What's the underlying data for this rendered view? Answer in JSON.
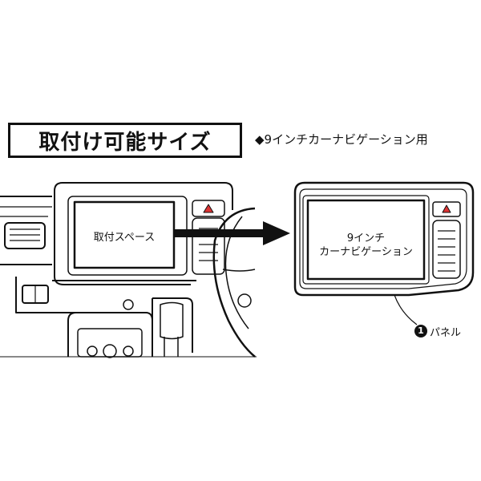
{
  "title": "取付け可能サイズ",
  "subtitle": "◆9インチカーナビゲーション用",
  "left_screen_label": "取付スペース",
  "right_screen_label_line1": "9インチ",
  "right_screen_label_line2": "カーナビゲーション",
  "callout_number": "1",
  "callout_label": "パネル",
  "colors": {
    "line": "#111111",
    "hazard_red": "#d33",
    "background": "#ffffff"
  },
  "icons": [
    "hazard-icon",
    "arrow-right-icon"
  ]
}
